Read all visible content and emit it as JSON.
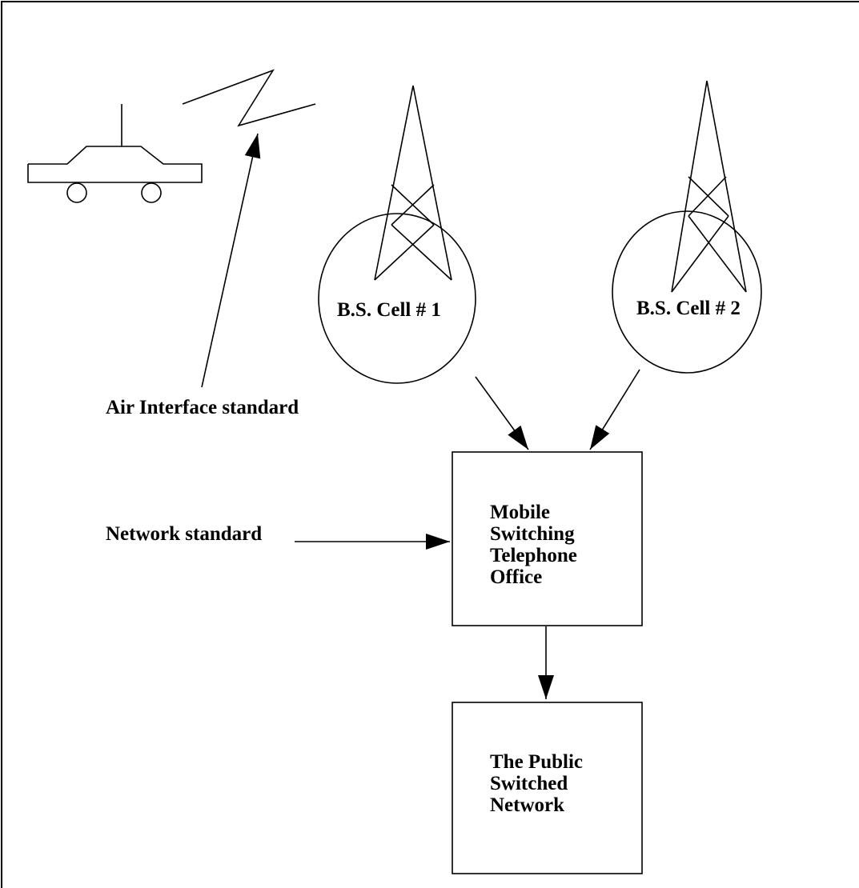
{
  "labels": {
    "air_interface": "Air Interface standard",
    "network_standard": "Network standard",
    "cell1": "B.S. Cell # 1",
    "cell2": "B.S. Cell # 2",
    "mso_lines": [
      "Mobile",
      "Switching",
      "Telephone",
      "Office"
    ],
    "pstn_lines": [
      "The Public",
      "Switched",
      "Network"
    ]
  },
  "icons": {
    "vehicle": "car-with-antenna-icon",
    "radio_signal": "lightning-signal-icon",
    "tower": "antenna-tower-icon"
  },
  "colors": {
    "stroke": "#000000",
    "background": "#ffffff"
  }
}
